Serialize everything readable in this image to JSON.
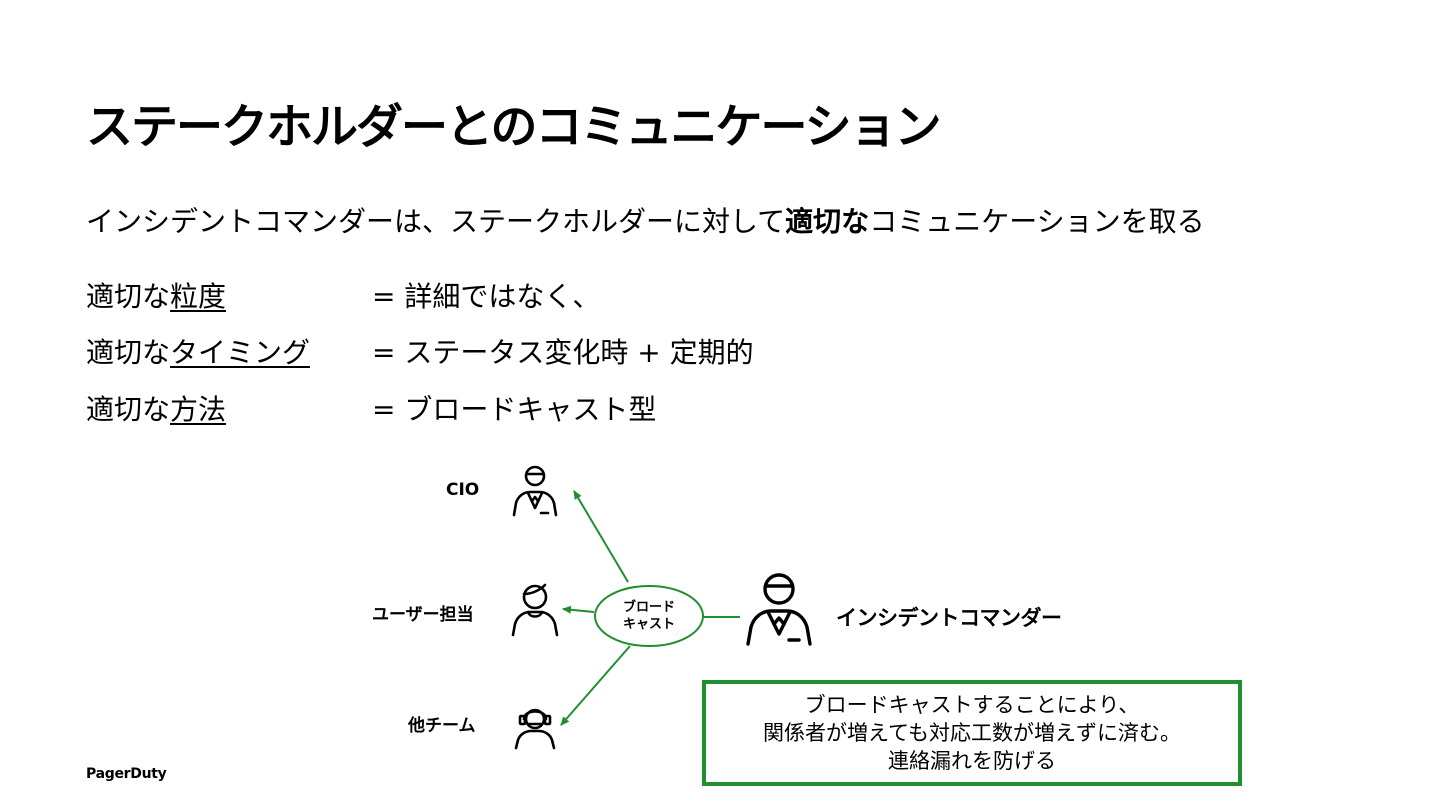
{
  "slide": {
    "title": "ステークホルダーとのコミュニケーション",
    "lead": {
      "before": "インシデントコマンダーは、ステークホルダーに対して",
      "emphasis": "適切な",
      "after": "コミュニケーションを取る"
    },
    "items": [
      {
        "prefix": "適切な",
        "term": "粒度",
        "value": "= 詳細ではなく、"
      },
      {
        "prefix": "適切な",
        "term": "タイミング",
        "value": "= ステータス変化時 + 定期的"
      },
      {
        "prefix": "適切な",
        "term": "方法",
        "value": "= ブロードキャスト型"
      }
    ],
    "diagram": {
      "stakeholders": [
        {
          "label": "CIO",
          "icon": "person-tie-icon"
        },
        {
          "label": "ユーザー担当",
          "icon": "person-icon"
        },
        {
          "label": "他チーム",
          "icon": "person-headset-icon"
        }
      ],
      "broadcast_line1": "ブロード",
      "broadcast_line2": "キャスト",
      "commander_label": "インシデントコマンダー",
      "commander_icon": "person-tie-icon",
      "accent_color": "#1f8f2f"
    },
    "note": {
      "line1": "ブロードキャストすることにより、",
      "line2": "関係者が増えても対応工数が増えずに済む。",
      "line3": "連絡漏れを防げる"
    },
    "footer": "PagerDuty"
  }
}
